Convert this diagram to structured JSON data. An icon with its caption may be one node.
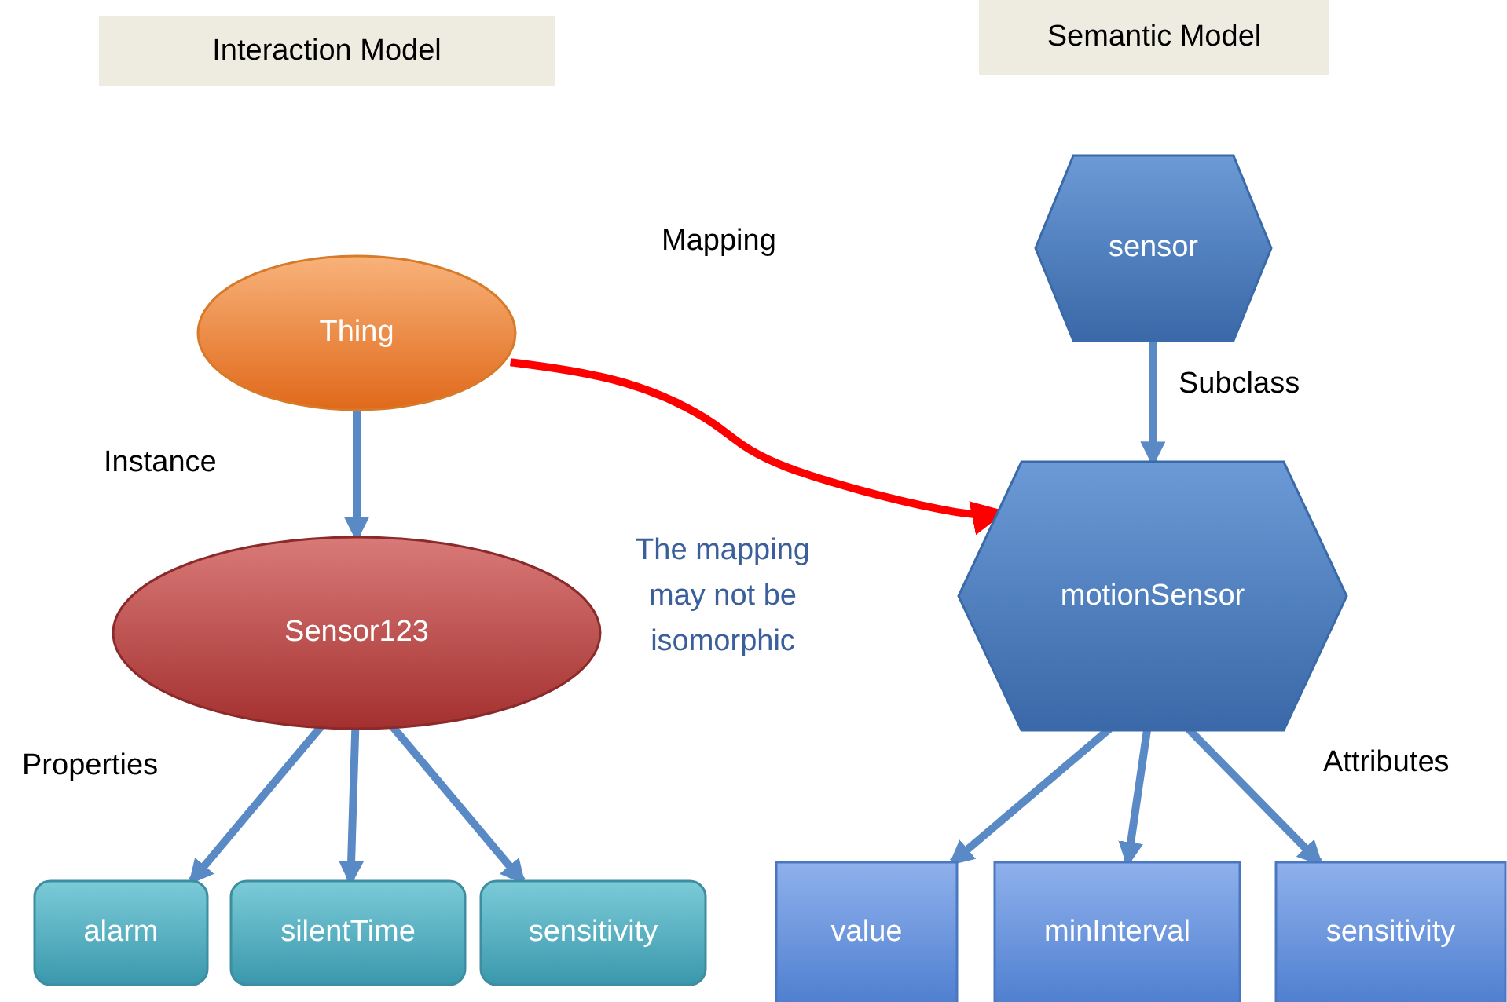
{
  "diagram": {
    "nodes": [
      {
        "text": [
          "Interaction Model"
        ]
      },
      {
        "text": [
          "Semantic Model"
        ]
      },
      {
        "text": [
          "Thing"
        ]
      },
      {
        "text": [
          "Sensor123"
        ]
      },
      {
        "text": [
          "alarm"
        ]
      },
      {
        "text": [
          "silentTime"
        ]
      },
      {
        "text": [
          "sensitivity"
        ]
      },
      {
        "text": [
          "sensor"
        ]
      },
      {
        "text": [
          "motionSensor"
        ]
      },
      {
        "text": [
          "value"
        ]
      },
      {
        "text": [
          "minInterval"
        ]
      },
      {
        "text": [
          "sensitivity"
        ]
      }
    ],
    "edges": [
      {
        "from": 2,
        "to": 3,
        "arrow": "to"
      },
      {
        "from": 3,
        "to": 4,
        "arrow": "to"
      },
      {
        "from": 3,
        "to": 5,
        "arrow": "to"
      },
      {
        "from": 3,
        "to": 6,
        "arrow": "to"
      },
      {
        "from": 7,
        "to": 8,
        "arrow": "to"
      },
      {
        "from": 8,
        "to": 9,
        "arrow": "to"
      },
      {
        "from": 8,
        "to": 10,
        "arrow": "to"
      },
      {
        "from": 8,
        "to": 11,
        "arrow": "to"
      },
      {
        "from": 2,
        "to": 8,
        "arrow": "to",
        "color": "#ff0000"
      }
    ],
    "labels": [
      "Mapping",
      "Instance",
      "Subclass",
      "The mapping may not be isomorphic",
      "Properties",
      "Attributes"
    ]
  }
}
